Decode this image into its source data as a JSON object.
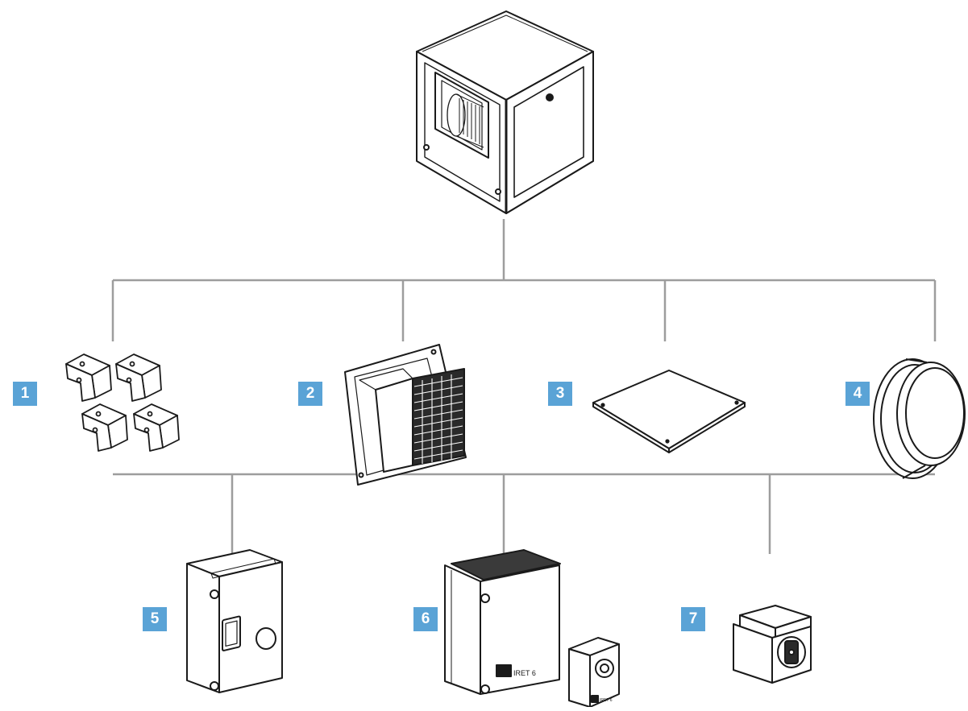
{
  "diagram": {
    "main_unit_icon": "centrifugal-fan-cabinet",
    "connector_color": "#9d9d9d",
    "badge_color": "#5aa3d6",
    "badge_text_color": "#ffffff",
    "accessories": [
      {
        "number": "1",
        "icon": "mounting-brackets"
      },
      {
        "number": "2",
        "icon": "rain-hood-grille"
      },
      {
        "number": "3",
        "icon": "flat-panel"
      },
      {
        "number": "4",
        "icon": "circular-flange"
      },
      {
        "number": "5",
        "icon": "switch-box"
      },
      {
        "number": "6",
        "icon": "speed-controller"
      },
      {
        "number": "7",
        "icon": "rotary-isolator"
      }
    ],
    "label_iret_main": "IRET 6",
    "label_iret_small": "IRET 6"
  }
}
